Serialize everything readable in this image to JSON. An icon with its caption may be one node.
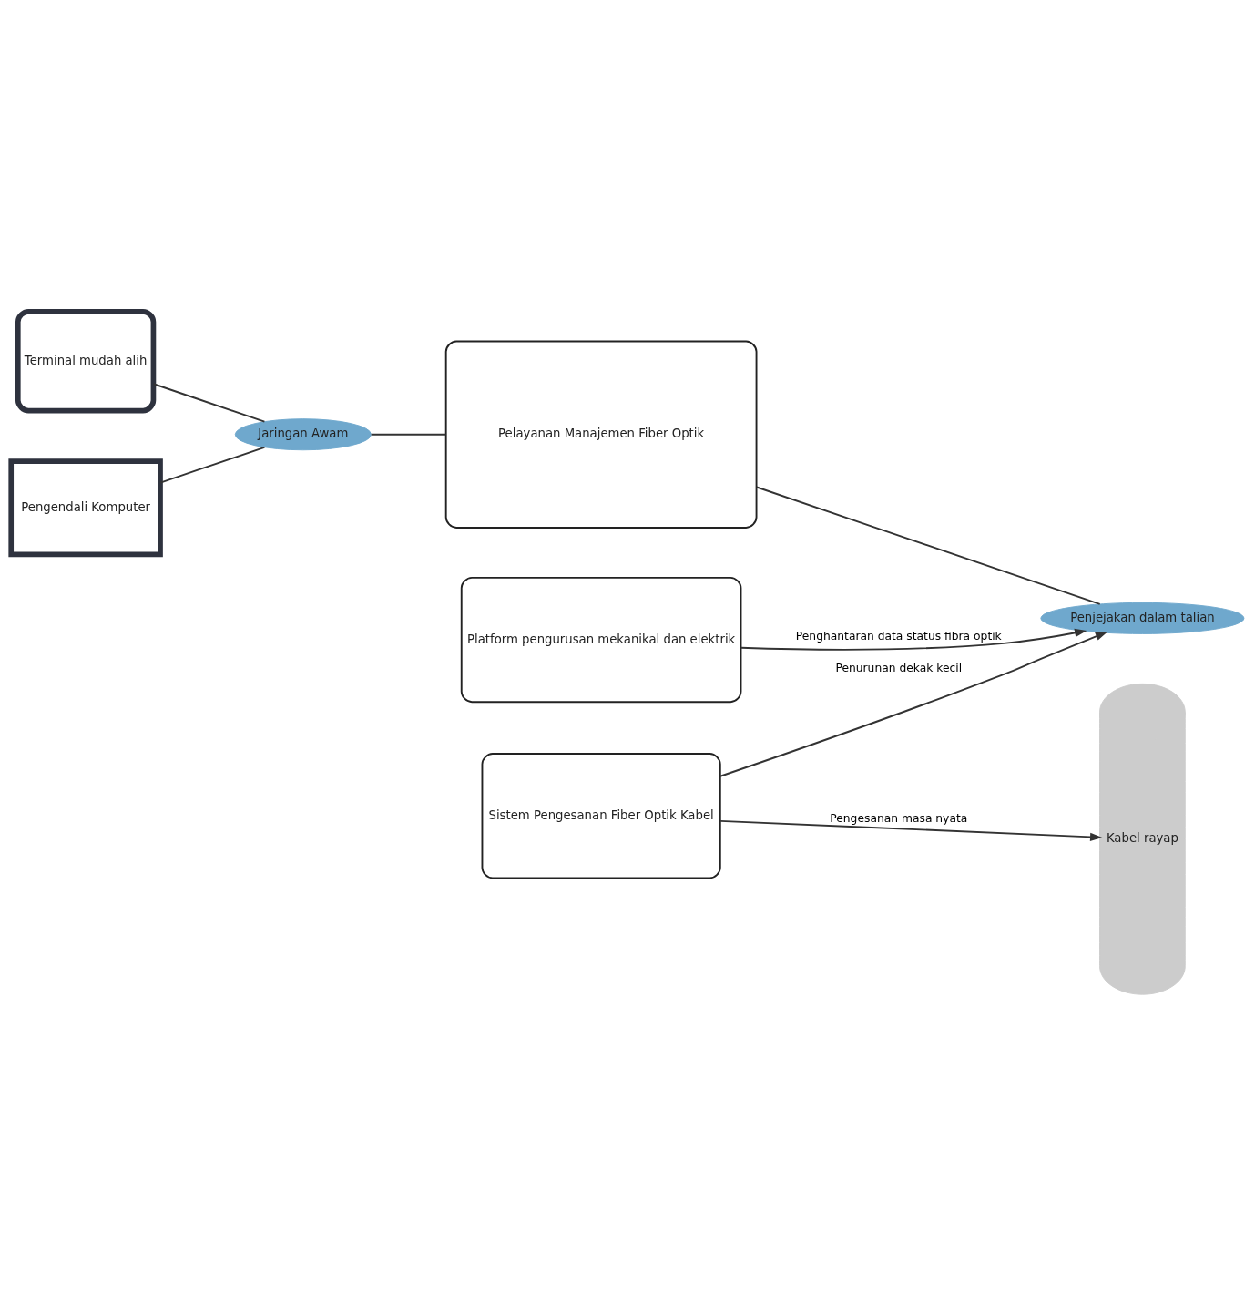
{
  "diagram": {
    "nodes": [
      {
        "text": [
          "Terminal mudah alih"
        ]
      },
      {
        "text": [
          "Pengendali Komputer"
        ]
      },
      {
        "text": [
          "Jaringan Awam"
        ]
      },
      {
        "text": [
          "Pelayanan Manajemen Fiber Optik"
        ]
      },
      {
        "text": [
          "Penjejakan dalam talian"
        ]
      },
      {
        "text": [
          "Platform pengurusan mekanikal dan elektrik"
        ]
      },
      {
        "text": [
          "Sistem Pengesanan Fiber Optik Kabel"
        ]
      },
      {
        "text": [
          "Kabel rayap"
        ]
      }
    ],
    "edges": [
      {
        "from": 0,
        "to": 2,
        "arrow": "none"
      },
      {
        "from": 1,
        "to": 2,
        "arrow": "none"
      },
      {
        "from": 2,
        "to": 3,
        "arrow": "none"
      },
      {
        "from": 3,
        "to": 4,
        "arrow": "none"
      },
      {
        "from": 5,
        "to": 4,
        "arrow": "to",
        "label": "Penghantaran data status fibra optik"
      },
      {
        "from": 6,
        "to": 4,
        "arrow": "to",
        "label": "Penurunan dekak kecil"
      },
      {
        "from": 6,
        "to": 7,
        "arrow": "to",
        "label": "Pengesanan masa nyata"
      }
    ]
  }
}
